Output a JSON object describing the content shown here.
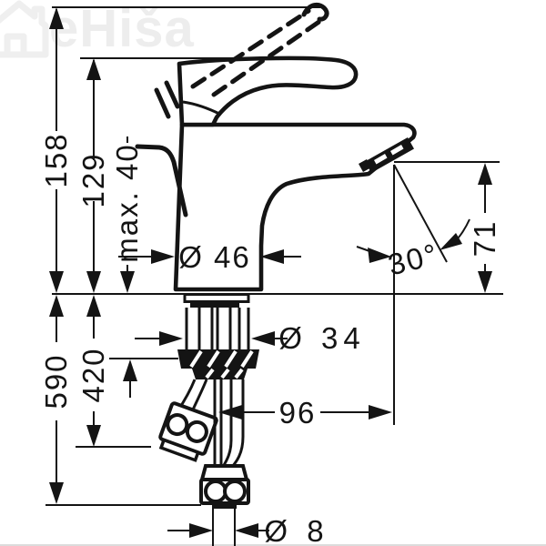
{
  "watermark": {
    "text": "eHiša"
  },
  "drawing": {
    "type": "technical-dimension-drawing",
    "subject": "single-lever basin mixer faucet, side view with mounting hoses",
    "labels": {
      "total_height": "158",
      "height_to_handle": "129",
      "max_mounting_depth": "max. 40",
      "base_diameter": "Ø 46",
      "outlet_angle": "30°",
      "outlet_height": "71",
      "shank_diameter": "Ø 34",
      "hose_length_short": "420",
      "hose_length_long": "590",
      "spout_reach": "96",
      "hose_end_diameter": "Ø 8"
    },
    "colors": {
      "line": "#141414",
      "watermark": "#ededed",
      "background": "#ffffff"
    }
  }
}
